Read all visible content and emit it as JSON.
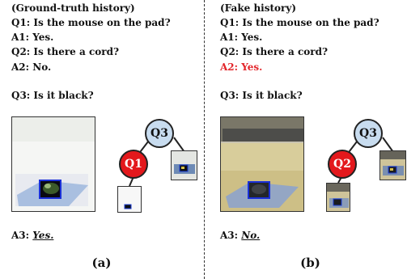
{
  "panel_a": {
    "history_title": "(Ground-truth history)",
    "q1": "Q1: Is the mouse on the pad?",
    "a1": "A1: Yes.",
    "q2": "Q2: Is there a cord?",
    "a2": "A2: No.",
    "q3": "Q3: Is it black?",
    "root_node": "Q3",
    "child_node": "Q1",
    "a3_prefix": "A3: ",
    "a3_answer": "Yes.",
    "caption": "(a)"
  },
  "panel_b": {
    "history_title": "(Fake history)",
    "q1": "Q1: Is the mouse on the pad?",
    "a1": "A1: Yes.",
    "q2": "Q2: Is there a cord?",
    "a2": "A2: Yes.",
    "q3": "Q3: Is it black?",
    "root_node": "Q3",
    "child_node": "Q2",
    "a3_prefix": "A3: ",
    "a3_answer": "No.",
    "caption": "(b)"
  },
  "colors": {
    "fake_answer": "#e3262b",
    "node_light": "#c8dcef",
    "node_red": "#e3181c"
  }
}
